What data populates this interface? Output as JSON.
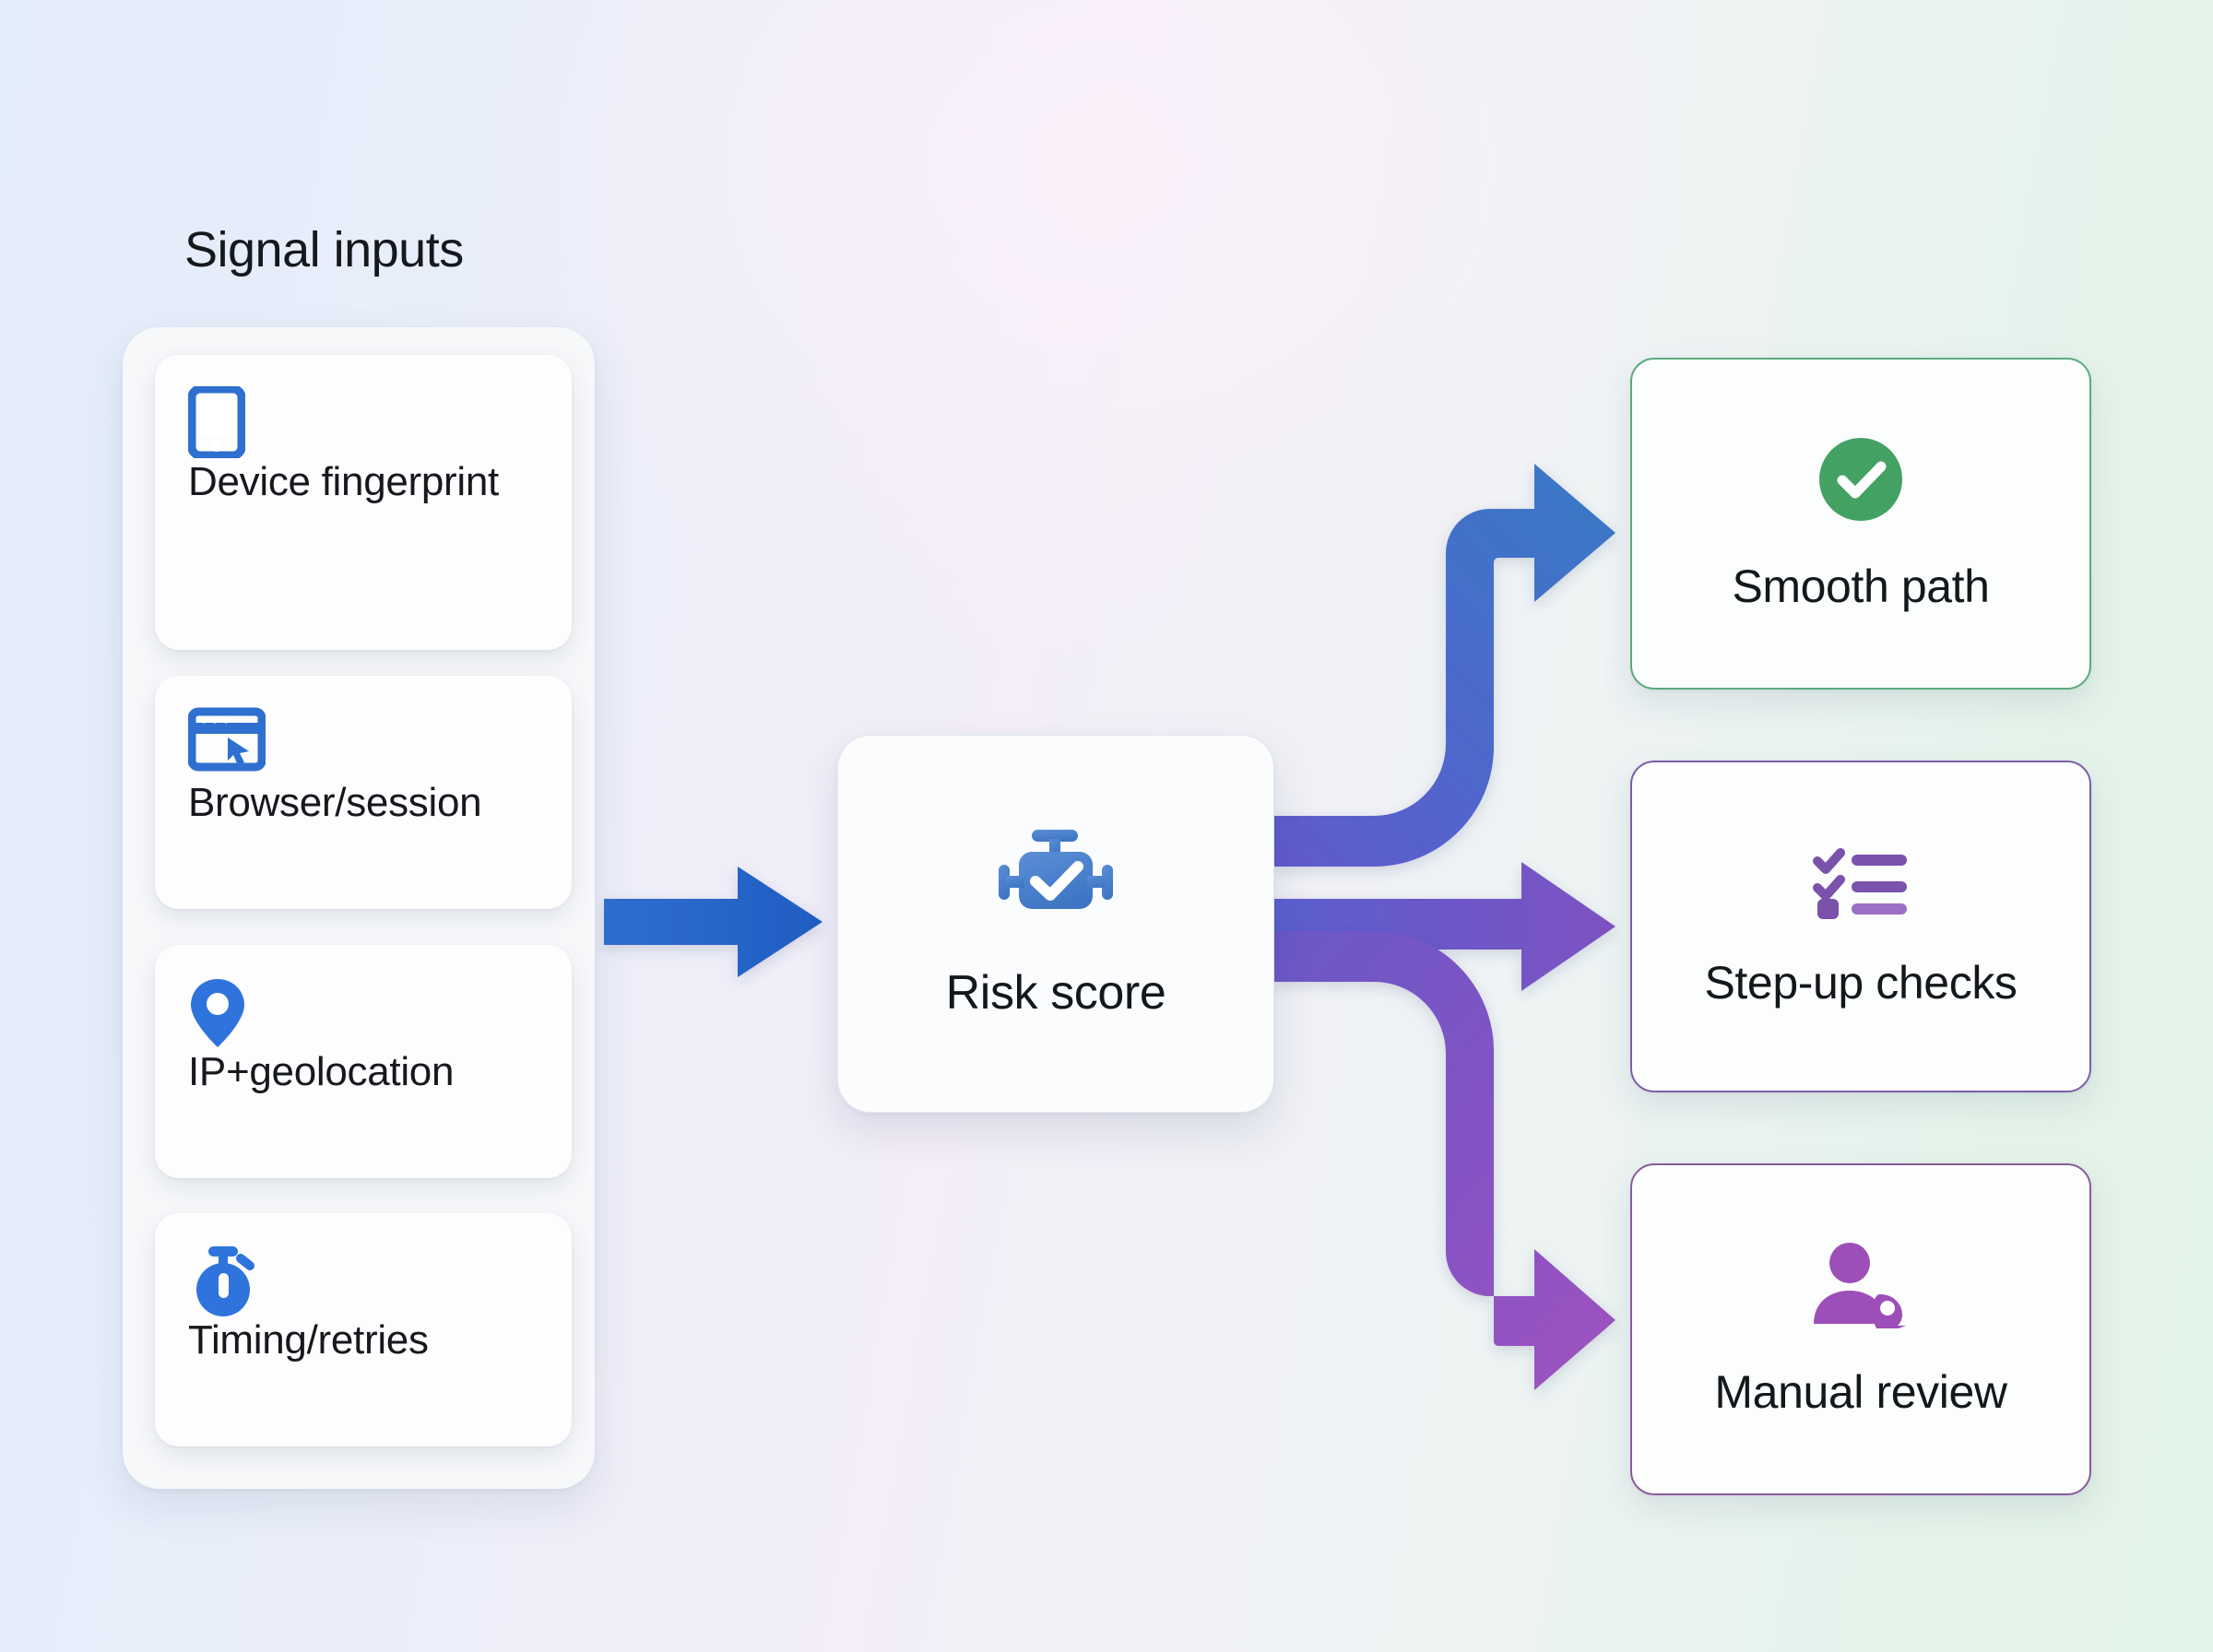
{
  "section": {
    "title": "Signal inputs"
  },
  "inputs": {
    "items": [
      {
        "label": "Device fingerprint",
        "icon": "mobile-phone-icon",
        "color": "#2f6fd0"
      },
      {
        "label": "Browser/session",
        "icon": "browser-window-cursor-icon",
        "color": "#2f6fd0"
      },
      {
        "label": "IP+geolocation",
        "icon": "map-pin-icon",
        "color": "#2f74dc"
      },
      {
        "label": "Timing/retries",
        "icon": "stopwatch-icon",
        "color": "#2f74dc"
      }
    ]
  },
  "process": {
    "label": "Risk score",
    "icon": "engine-check-icon",
    "color": "#4a7fc9"
  },
  "outcomes": {
    "items": [
      {
        "label": "Smooth path",
        "icon": "check-circle-icon",
        "accent": "#43a163",
        "border": "#5aab7c"
      },
      {
        "label": "Step-up checks",
        "icon": "checklist-icon",
        "accent": "#7a52ab",
        "border": "#7c5ea8"
      },
      {
        "label": "Manual review",
        "icon": "person-search-icon",
        "accent": "#9c4fb8",
        "border": "#8a5b9c"
      }
    ]
  },
  "flows": [
    {
      "name": "inputs-to-risk",
      "from": "Signal inputs",
      "to": "Risk score",
      "color_start": "#2f6fd0",
      "color_end": "#1f5fc4"
    },
    {
      "name": "risk-to-smooth-path",
      "from": "Risk score",
      "to": "Smooth path",
      "color_start": "#5a5fcf",
      "color_end": "#3a74c8"
    },
    {
      "name": "risk-to-step-up-checks",
      "from": "Risk score",
      "to": "Step-up checks",
      "color_start": "#5a5fcf",
      "color_end": "#7b51c0"
    },
    {
      "name": "risk-to-manual-review",
      "from": "Risk score",
      "to": "Manual review",
      "color_start": "#6a59c7",
      "color_end": "#9a52c0"
    }
  ],
  "palette": {
    "background_left": "#e3ecfb",
    "background_center": "#f4eef8",
    "background_right": "#e2f3e8",
    "text": "#14171c"
  }
}
